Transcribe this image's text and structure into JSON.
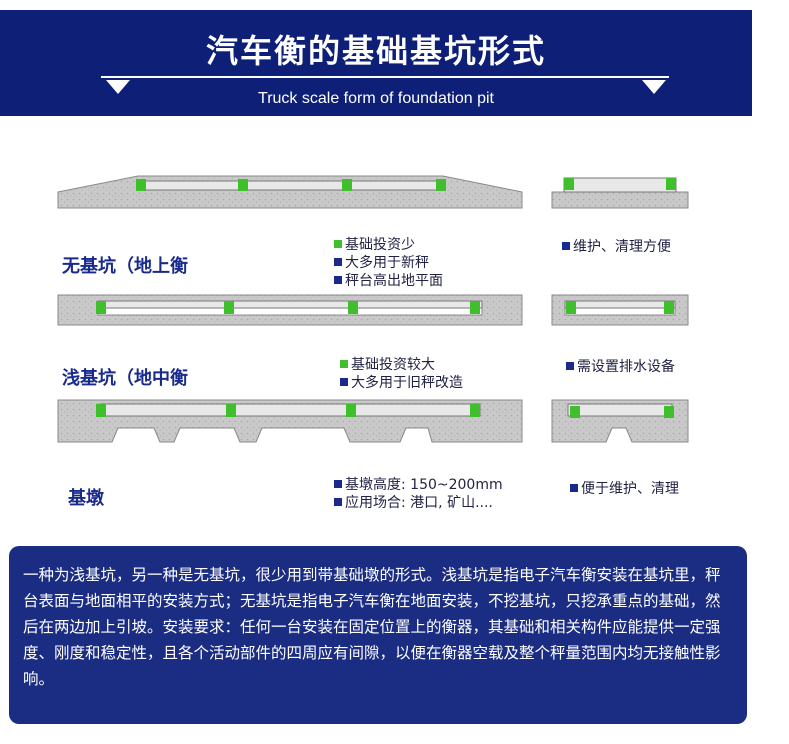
{
  "banner": {
    "title": "汽车衡的基础基坑形式",
    "subtitle": "Truck scale form of foundation pit"
  },
  "rows": [
    {
      "label": "无基坑（地上衡",
      "features": [
        "基础投资少",
        "大多用于新秤",
        "秤台高出地平面"
      ],
      "note": "维护、清理方便"
    },
    {
      "label": "浅基坑（地中衡",
      "features": [
        "基础投资较大",
        "大多用于旧秤改造"
      ],
      "note": "需设置排水设备"
    },
    {
      "label": "基墩",
      "features": [
        "基墩高度: 150~200mm",
        "应用场合: 港口, 矿山...."
      ],
      "note": "便于维护、清理"
    }
  ],
  "description": "一种为浅基坑，另一种是无基坑，很少用到带基础墩的形式。浅基坑是指电子汽车衡安装在基坑里，秤台表面与地面相平的安装方式；无基坑是指电子汽车衡在地面安装，不挖基坑，只挖承重点的基础，然后在两边加上引坡。安装要求：任何一台安装在固定位置上的衡器，其基础和相关构件应能提供一定强度、刚度和稳定性，且各个活动部件的四周应有间隙，以便在衡器空载及整个秤量范围内均无接触性影响。",
  "colors": {
    "banner": "#0d1f77",
    "panel": "#1b2d82",
    "label": "#1a2a8c",
    "sensor": "#3fbf2c",
    "concrete": "#c9c9c9"
  }
}
